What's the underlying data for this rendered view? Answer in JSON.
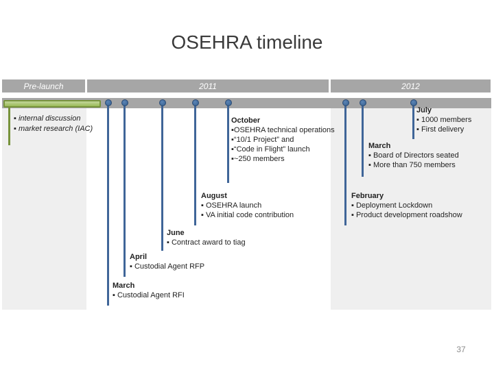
{
  "slide": {
    "title": "OSEHRA timeline",
    "page_number": "37"
  },
  "timeline": {
    "segments": [
      {
        "label": "Pre-launch"
      },
      {
        "label": "2011"
      },
      {
        "label": "2012"
      }
    ]
  },
  "prelaunch_notes": {
    "items": [
      "▪ internal discussion",
      "▪ market research (IAC)"
    ]
  },
  "events": [
    {
      "month": "March",
      "year": "2011",
      "items": [
        "▪ Custodial Agent  RFI"
      ]
    },
    {
      "month": "April",
      "year": "2011",
      "items": [
        "▪ Custodial Agent RFP"
      ]
    },
    {
      "month": "June",
      "year": "2011",
      "items": [
        "▪ Contract award to tiag"
      ]
    },
    {
      "month": "August",
      "year": "2011",
      "items": [
        "▪ OSEHRA launch",
        "▪ VA initial code contribution"
      ]
    },
    {
      "month": "October",
      "year": "2011",
      "items": [
        "▪OSEHRA technical operations",
        "▪“10/1 Project” and",
        "▪“Code in Flight” launch",
        "▪~250 members"
      ]
    },
    {
      "month": "February",
      "year": "2012",
      "items": [
        "▪ Deployment Lockdown",
        "▪ Product development roadshow"
      ]
    },
    {
      "month": "March",
      "year": "2012",
      "items": [
        "▪ Board of Directors seated",
        "▪ More than 750 members"
      ]
    },
    {
      "month": "July",
      "year": "2012",
      "items": [
        "▪ 1000 members",
        "▪ First delivery"
      ]
    }
  ],
  "colors": {
    "bar_gray": "#a6a6a6",
    "panel_gray": "#efefef",
    "pin_blue": "#3f6598",
    "green_fill": "#9bbb59",
    "green_border": "#77933c"
  }
}
